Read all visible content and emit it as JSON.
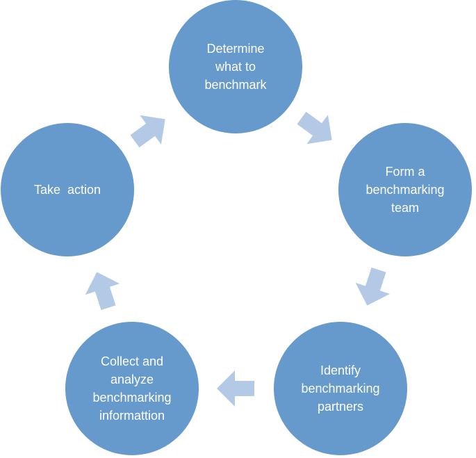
{
  "colors": {
    "node_fill": "#6699cc",
    "arrow_fill": "#b3c9e6",
    "label_text": "#ffffff",
    "background": "#ffffff"
  },
  "cycle": {
    "steps": [
      {
        "id": "determine",
        "label": "Determine\nwhat to\nbenchmark"
      },
      {
        "id": "form-team",
        "label": "Form a\nbenchmarking\nteam"
      },
      {
        "id": "identify-partners",
        "label": "Identify\nbenchmarking\npartners"
      },
      {
        "id": "collect-analyze",
        "label": "Collect and\nanalyze\nbenchmarking\ninformattion"
      },
      {
        "id": "take-action",
        "label": "Take  action"
      }
    ],
    "flow": [
      [
        "determine",
        "form-team"
      ],
      [
        "form-team",
        "identify-partners"
      ],
      [
        "identify-partners",
        "collect-analyze"
      ],
      [
        "collect-analyze",
        "take-action"
      ],
      [
        "take-action",
        "determine"
      ]
    ]
  }
}
